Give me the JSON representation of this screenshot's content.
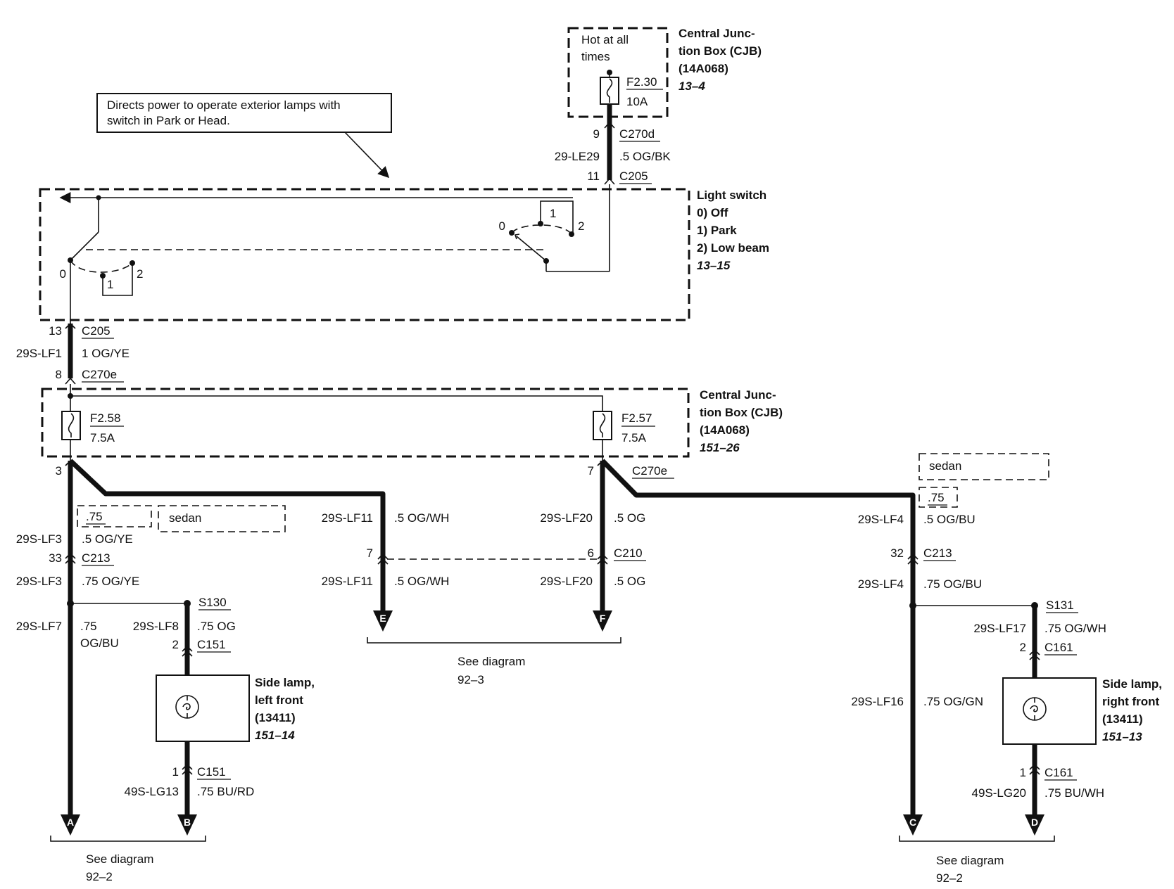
{
  "note": {
    "line1": "Directs power to operate exterior lamps with",
    "line2": "switch in Park or Head."
  },
  "cjb_top": {
    "hot_line1": "Hot at all",
    "hot_line2": "times",
    "fuse": "F2.30",
    "rating": "10A",
    "title1": "Central Junc-",
    "title2": "tion Box (CJB)",
    "title3": "(14A068)",
    "ref": "13–4"
  },
  "feed": {
    "pin_c270d": "9",
    "conn_c270d": "C270d",
    "circuit": "29-LE29",
    "wire": ".5 OG/BK",
    "pin_c205": "11",
    "conn_c205": "C205"
  },
  "light_switch": {
    "title": "Light switch",
    "opt0": "0)   Off",
    "opt1": "1)   Park",
    "opt2": "2)   Low beam",
    "ref": "13–15",
    "pos0": "0",
    "pos1": "1",
    "pos2": "2"
  },
  "lf1": {
    "pin_c205": "13",
    "conn_c205": "C205",
    "circuit": "29S-LF1",
    "wire": "1 OG/YE",
    "pin_c270e": "8",
    "conn_c270e": "C270e"
  },
  "cjb_mid": {
    "fuse_left": "F2.58",
    "rating_left": "7.5A",
    "fuse_right": "F2.57",
    "rating_right": "7.5A",
    "title1": "Central Junc-",
    "title2": "tion Box (CJB)",
    "title3": "(14A068)",
    "ref": "151–26",
    "pin_left": "3",
    "pin_right": "7",
    "conn_right": "C270e"
  },
  "left_branch": {
    "opt_wire": ".75",
    "opt_label": "sedan",
    "circuit_a": "29S-LF3",
    "wire_a": ".5 OG/YE",
    "pin_c213": "33",
    "conn_c213": "C213",
    "circuit_b": "29S-LF3",
    "wire_b": ".75 OG/YE",
    "splice": "S130",
    "circuit_lf7": "29S-LF7",
    "wire_lf7_1": ".75",
    "wire_lf7_2": "OG/BU",
    "circuit_lf8": "29S-LF8",
    "wire_lf8": ".75 OG",
    "pin_c151_top": "2",
    "conn_c151_top": "C151",
    "lamp1": "Side lamp,",
    "lamp2": "left front",
    "lamp3": "(13411)",
    "lamp_ref": "151–14",
    "pin_c151_bot": "1",
    "conn_c151_bot": "C151",
    "circuit_lg13": "49S-LG13",
    "wire_lg13": ".75 BU/RD",
    "term_a": "A",
    "term_b": "B",
    "see1": "See diagram",
    "see2": "92–2"
  },
  "middle": {
    "circuit_lf11a": "29S-LF11",
    "wire_lf11a": ".5 OG/WH",
    "pin7": "7",
    "circuit_lf11b": "29S-LF11",
    "wire_lf11b": ".5 OG/WH",
    "circuit_lf20a": "29S-LF20",
    "wire_lf20a": ".5 OG",
    "pin6": "6",
    "conn_c210": "C210",
    "circuit_lf20b": "29S-LF20",
    "wire_lf20b": ".5 OG",
    "term_e": "E",
    "term_f": "F",
    "see1": "See diagram",
    "see2": "92–3"
  },
  "right_branch": {
    "opt_label": "sedan",
    "opt_wire": ".75",
    "circuit_a": "29S-LF4",
    "wire_a": ".5 OG/BU",
    "pin_c213": "32",
    "conn_c213": "C213",
    "circuit_b": "29S-LF4",
    "wire_b": ".75 OG/BU",
    "splice": "S131",
    "circuit_lf17": "29S-LF17",
    "wire_lf17": ".75 OG/WH",
    "pin_c161_top": "2",
    "conn_c161_top": "C161",
    "circuit_lf16": "29S-LF16",
    "wire_lf16": ".75 OG/GN",
    "lamp1": "Side lamp,",
    "lamp2": "right front",
    "lamp3": "(13411)",
    "lamp_ref": "151–13",
    "pin_c161_bot": "1",
    "conn_c161_bot": "C161",
    "circuit_lg20": "49S-LG20",
    "wire_lg20": ".75 BU/WH",
    "term_c": "C",
    "term_d": "D",
    "see1": "See diagram",
    "see2": "92–2"
  }
}
